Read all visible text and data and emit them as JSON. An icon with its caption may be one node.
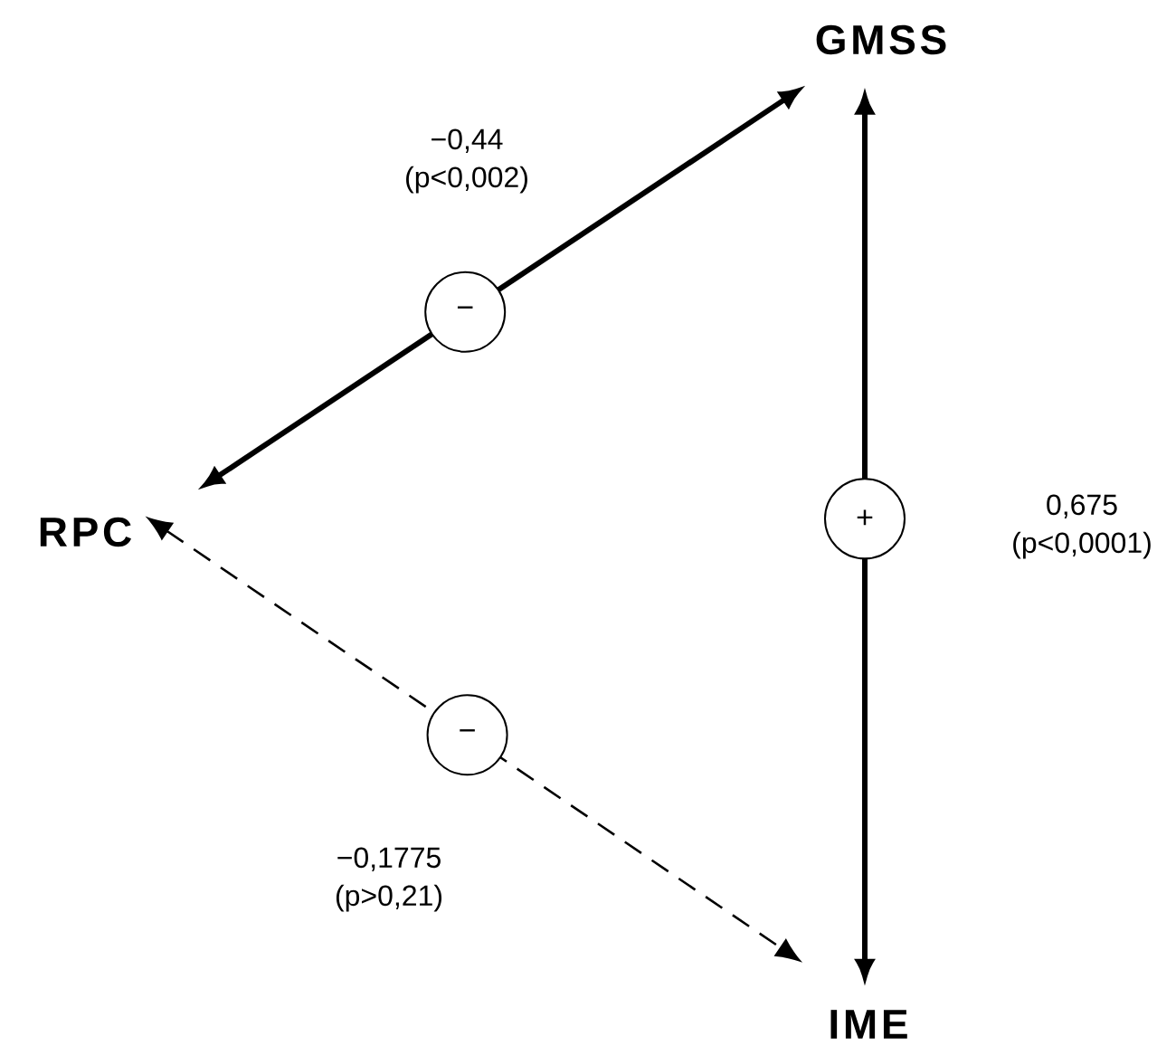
{
  "diagram": {
    "nodes": [
      {
        "text": [
          "GMSS"
        ]
      },
      {
        "text": [
          "RPC"
        ]
      },
      {
        "text": [
          "IME"
        ]
      }
    ],
    "edges": [
      {
        "from": 0,
        "to": 1,
        "arrow": "both",
        "label": "−"
      },
      {
        "from": 0,
        "to": 2,
        "arrow": "both",
        "label": "+"
      },
      {
        "from": 1,
        "to": 2,
        "arrow": "both",
        "label": "−",
        "style": "dashed"
      }
    ],
    "labels": [
      "−0,44 (p<0,002)",
      "0,675 (p<0,0001)",
      "−0,1775 (p>0,21)"
    ]
  }
}
